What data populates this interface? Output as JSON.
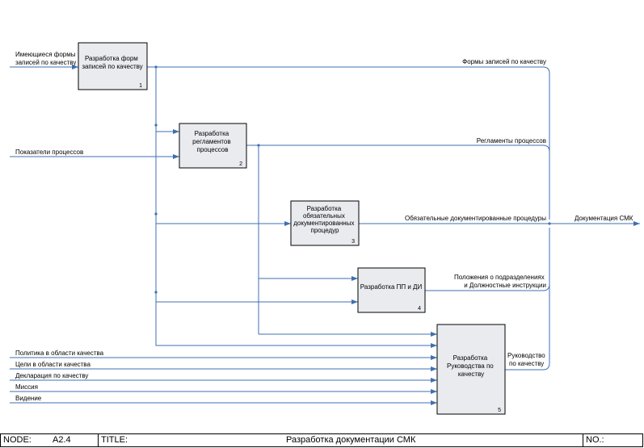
{
  "boxes": [
    {
      "label_lines": [
        "Разработка форм",
        "записей по качеству"
      ],
      "number": "1"
    },
    {
      "label_lines": [
        "Разработка",
        "регламентов",
        "процессов"
      ],
      "number": "2"
    },
    {
      "label_lines": [
        "Разработка",
        "обязательных",
        "документированных",
        "процедур"
      ],
      "number": "3"
    },
    {
      "label_lines": [
        "Разработка ПП и ДИ"
      ],
      "number": "4"
    },
    {
      "label_lines": [
        "Разработка",
        "Руководства по",
        "качеству"
      ],
      "number": "5"
    }
  ],
  "inputs": {
    "existing_forms": [
      "Имеющиеся формы",
      "записей по качеству"
    ],
    "process_indicators": "Показатели процессов",
    "quality_policy": "Политика в области качества",
    "quality_goals": "Цели в области качества",
    "quality_declaration": "Декларация по качеству",
    "mission": "Миссия",
    "vision": "Видение"
  },
  "outputs": {
    "record_forms": "Формы записей по качеству",
    "process_regulations": "Регламенты процессов",
    "mandatory_procedures": "Обязательные документированные процедуры",
    "regulations_and_instructions": [
      "Положения о подразделениях",
      "и Должностные инструкции"
    ],
    "quality_manual": [
      "Руководство",
      "по качеству"
    ],
    "qms_documentation": "Документация СМК"
  },
  "footer": {
    "node_label": "NODE:",
    "node_value": "A2.4",
    "title_label": "TITLE:",
    "title_value": "Разработка документации СМК",
    "no_label": "NO.:"
  },
  "colors": {
    "arrow": "#3f6fb0",
    "box_fill": "#e9ebef"
  }
}
